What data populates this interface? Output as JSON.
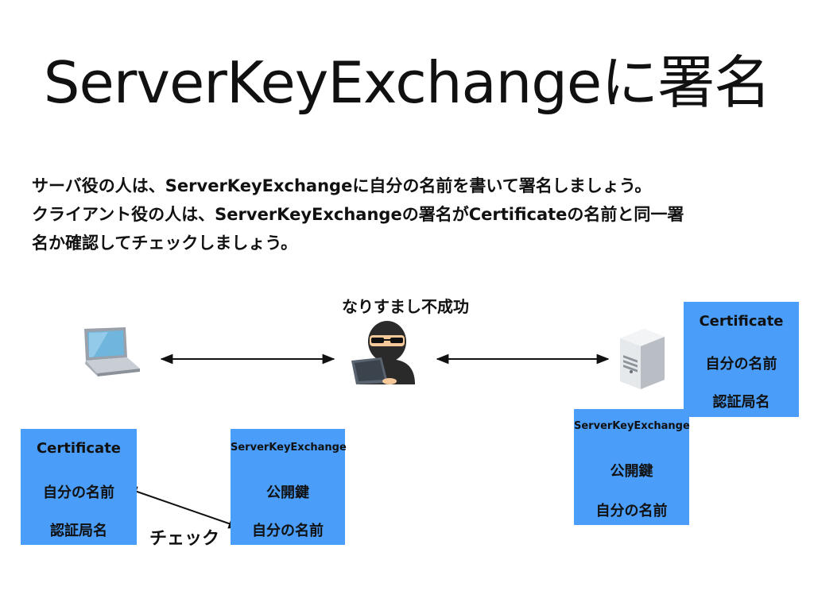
{
  "title": "ServerKeyExchangeに署名",
  "description": [
    "サーバ役の人は、ServerKeyExchangeに自分の名前を書いて署名しましょう。",
    "クライアント役の人は、ServerKeyExchangeの署名がCertificateの名前と同一署",
    "名か確認してチェックしましょう。"
  ],
  "diagram": {
    "impersonation_label": "なりすまし不成功",
    "icons": [
      "laptop-icon",
      "hacker-icon",
      "server-icon"
    ],
    "client_certificate": {
      "title": "Certificate",
      "name": "自分の名前",
      "issuer": "認証局名"
    },
    "client_ske": {
      "title": "ServerKeyExchange",
      "key": "公開鍵",
      "name": "自分の名前"
    },
    "check_label": "チェック",
    "server_certificate": {
      "title": "Certificate",
      "name": "自分の名前",
      "issuer": "認証局名"
    },
    "server_ske": {
      "title": "ServerKeyExchange",
      "key": "公開鍵",
      "name": "自分の名前"
    },
    "colors": {
      "card": "#4a9df8",
      "hacker_skin": "#f6c99a",
      "text": "#111111"
    }
  }
}
